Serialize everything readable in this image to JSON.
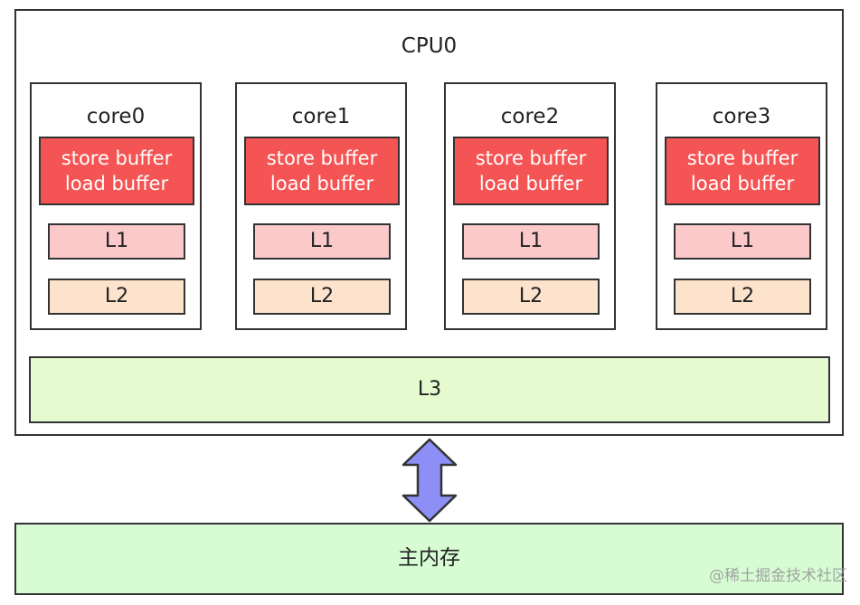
{
  "cpu": {
    "title": "CPU0"
  },
  "cores": [
    {
      "title": "core0",
      "buffer_line1": "store buffer",
      "buffer_line2": "load buffer",
      "l1": "L1",
      "l2": "L2"
    },
    {
      "title": "core1",
      "buffer_line1": "store buffer",
      "buffer_line2": "load buffer",
      "l1": "L1",
      "l2": "L2"
    },
    {
      "title": "core2",
      "buffer_line1": "store buffer",
      "buffer_line2": "load buffer",
      "l1": "L1",
      "l2": "L2"
    },
    {
      "title": "core3",
      "buffer_line1": "store buffer",
      "buffer_line2": "load buffer",
      "l1": "L1",
      "l2": "L2"
    }
  ],
  "l3": {
    "label": "L3"
  },
  "memory": {
    "label": "主内存"
  },
  "watermark": "@稀土掘金技术社区",
  "colors": {
    "buffer": "#f45454",
    "l1": "#fcc9cb",
    "l2": "#fde2cc",
    "l3": "#e5fbcf",
    "memory": "#d7fcd4",
    "arrow": "#8d8ff7"
  },
  "icons": {
    "connector": "double-headed-vertical-arrow-icon"
  }
}
